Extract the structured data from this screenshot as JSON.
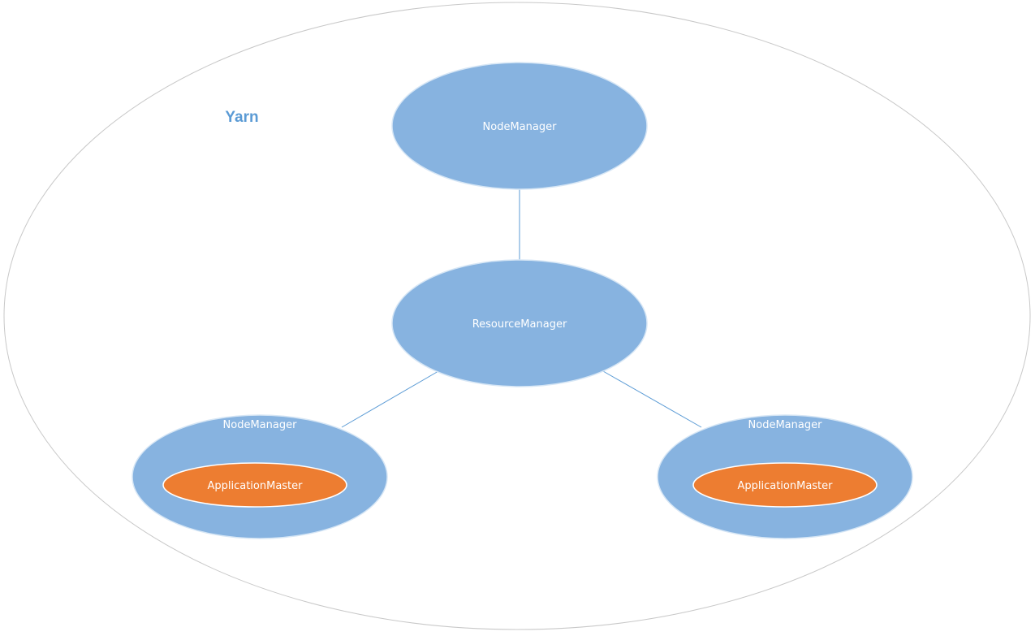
{
  "colors": {
    "node_fill": "#87b3e0",
    "app_master_fill": "#ed7d31",
    "boundary_stroke": "#c8c8c8",
    "connector_stroke": "#5b9bd5",
    "title_color": "#5b9bd5",
    "label_color": "#ffffff"
  },
  "diagram": {
    "title": "Yarn",
    "resource_manager": {
      "label": "ResourceManager"
    },
    "node_managers": [
      {
        "label": "NodeManager"
      },
      {
        "label": "NodeManager",
        "application_master": "ApplicationMaster"
      },
      {
        "label": "NodeManager",
        "application_master": "ApplicationMaster"
      }
    ]
  }
}
